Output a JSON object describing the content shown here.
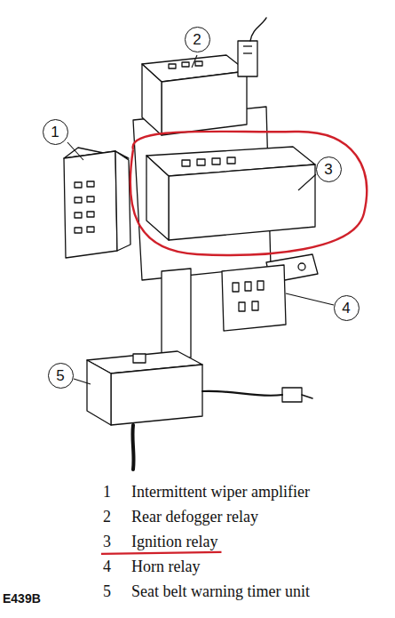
{
  "diagram": {
    "nodes": [
      {
        "text": [
          "1"
        ]
      },
      {
        "text": [
          "2"
        ]
      },
      {
        "text": [
          "3"
        ]
      },
      {
        "text": [
          "4"
        ]
      },
      {
        "text": [
          "5"
        ]
      }
    ],
    "labels": [
      "1",
      "Intermittent wiper amplifier",
      "2",
      "Rear defogger relay",
      "3",
      "Ignition relay",
      "4",
      "Horn relay",
      "5",
      "Seat belt warning timer unit",
      "E439B"
    ]
  }
}
